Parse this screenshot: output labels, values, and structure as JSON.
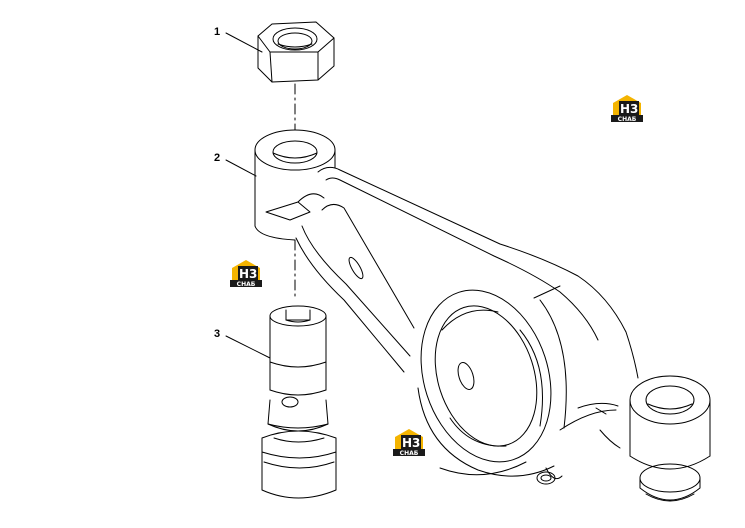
{
  "callouts": [
    {
      "id": "1",
      "label": "1"
    },
    {
      "id": "2",
      "label": "2"
    },
    {
      "id": "3",
      "label": "3"
    }
  ],
  "watermark": {
    "mark": "H3",
    "caption": "СНАБ",
    "colors": {
      "yellow": "#f4b400",
      "dark": "#1a1a1a",
      "white": "#ffffff"
    }
  },
  "line_color": "#000000"
}
